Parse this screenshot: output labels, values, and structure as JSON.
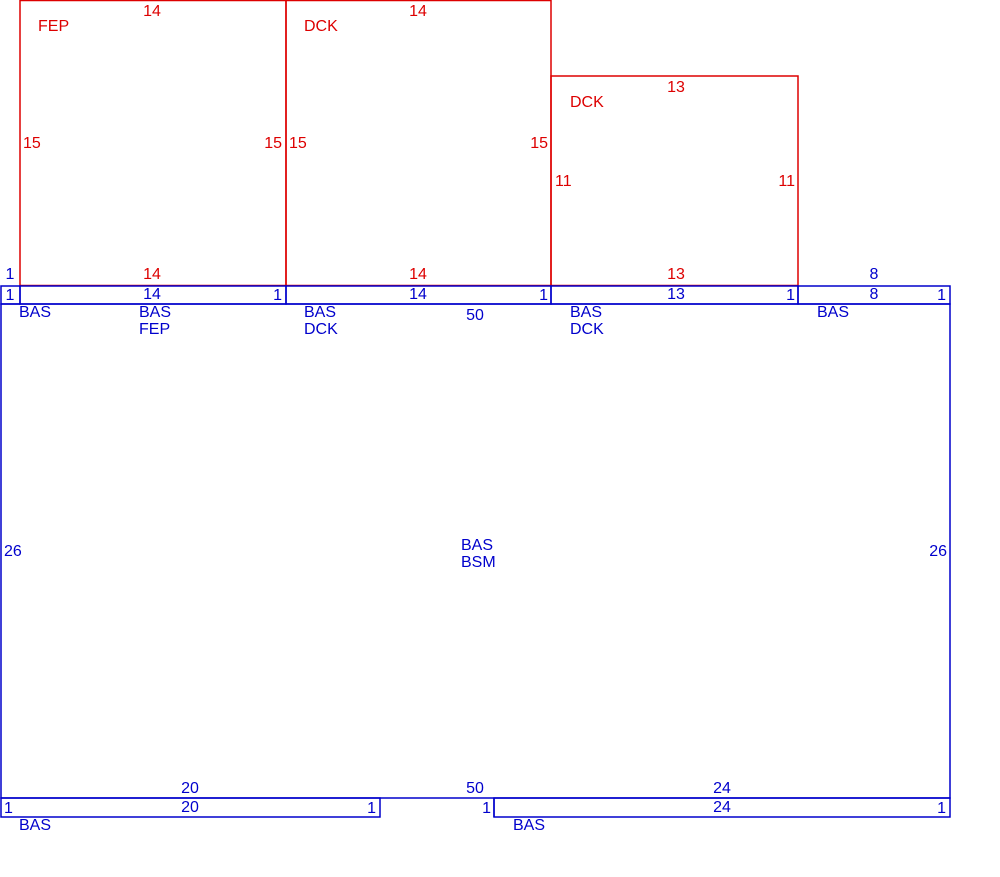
{
  "colors": {
    "base": "#0000cc",
    "addition": "#dd0000",
    "background": "#ffffff"
  },
  "areas": {
    "fep": {
      "code": "FEP",
      "top": "14",
      "bottom": "14",
      "left": "15",
      "right": "15"
    },
    "dck1": {
      "code": "DCK",
      "top": "14",
      "bottom": "14",
      "left": "15",
      "right": "15"
    },
    "dck2": {
      "code": "DCK",
      "top": "13",
      "bottom": "13",
      "left": "11",
      "right": "11"
    }
  },
  "strips": {
    "tiny": {
      "top": "1",
      "right": "1"
    },
    "fep": {
      "top": "14",
      "right": "1",
      "code1": "BAS",
      "code2": "FEP"
    },
    "dck1": {
      "top": "14",
      "right": "1",
      "code1": "BAS",
      "code2": "DCK"
    },
    "dck2": {
      "top": "13",
      "right": "1",
      "code1": "BAS",
      "code2": "DCK"
    },
    "right": {
      "outer_top": "8",
      "top": "8",
      "right": "1",
      "code": "BAS"
    },
    "tiny_code": "BAS"
  },
  "main": {
    "code1": "BAS",
    "code2": "BSM",
    "top": "50",
    "bottom": "50",
    "left": "26",
    "right": "26"
  },
  "bottom_strips": {
    "left": {
      "outer": "20",
      "inner": "20",
      "left": "1",
      "right": "1",
      "code": "BAS"
    },
    "gap_mark": "1",
    "right": {
      "outer": "24",
      "inner": "24",
      "right": "1",
      "code": "BAS"
    }
  }
}
